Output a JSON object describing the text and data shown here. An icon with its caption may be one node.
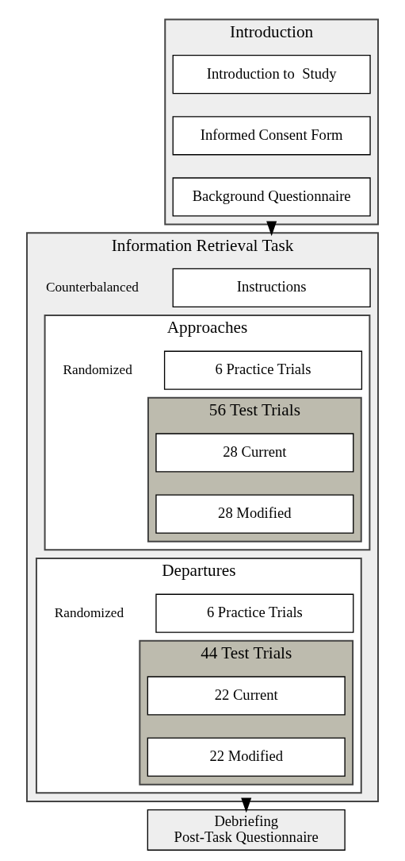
{
  "diagram": {
    "nodes": [
      {
        "text": [
          "Introduction"
        ]
      },
      {
        "text": [
          "Introduction to  Study"
        ],
        "in": 0
      },
      {
        "text": [
          "Informed Consent Form"
        ],
        "in": 0
      },
      {
        "text": [
          "Background Questionnaire"
        ],
        "in": 0
      },
      {
        "text": [
          "Information Retrieval Task"
        ]
      },
      {
        "text": [
          "Instructions"
        ],
        "in": 4
      },
      {
        "text": [
          "Approaches"
        ],
        "in": 4
      },
      {
        "text": [
          "6 Practice Trials"
        ],
        "in": 6
      },
      {
        "text": [
          "56 Test Trials"
        ],
        "in": 6
      },
      {
        "text": [
          "28 Current"
        ],
        "in": 8
      },
      {
        "text": [
          "28 Modified"
        ],
        "in": 8
      },
      {
        "text": [
          "Departures"
        ],
        "in": 4
      },
      {
        "text": [
          "6 Practice Trials"
        ],
        "in": 11
      },
      {
        "text": [
          "44 Test Trials"
        ],
        "in": 11
      },
      {
        "text": [
          "22 Current"
        ],
        "in": 13
      },
      {
        "text": [
          "22 Modified"
        ],
        "in": 13
      },
      {
        "text": [
          "Debriefing",
          "Post-Task Questionnaire"
        ]
      }
    ],
    "edges": [
      {
        "from": 0,
        "to": 4,
        "arrow": "to"
      },
      {
        "from": 4,
        "to": 16,
        "arrow": "to"
      }
    ],
    "labels": [
      "Randomized",
      "Counterbalanced",
      "Randomized"
    ]
  }
}
